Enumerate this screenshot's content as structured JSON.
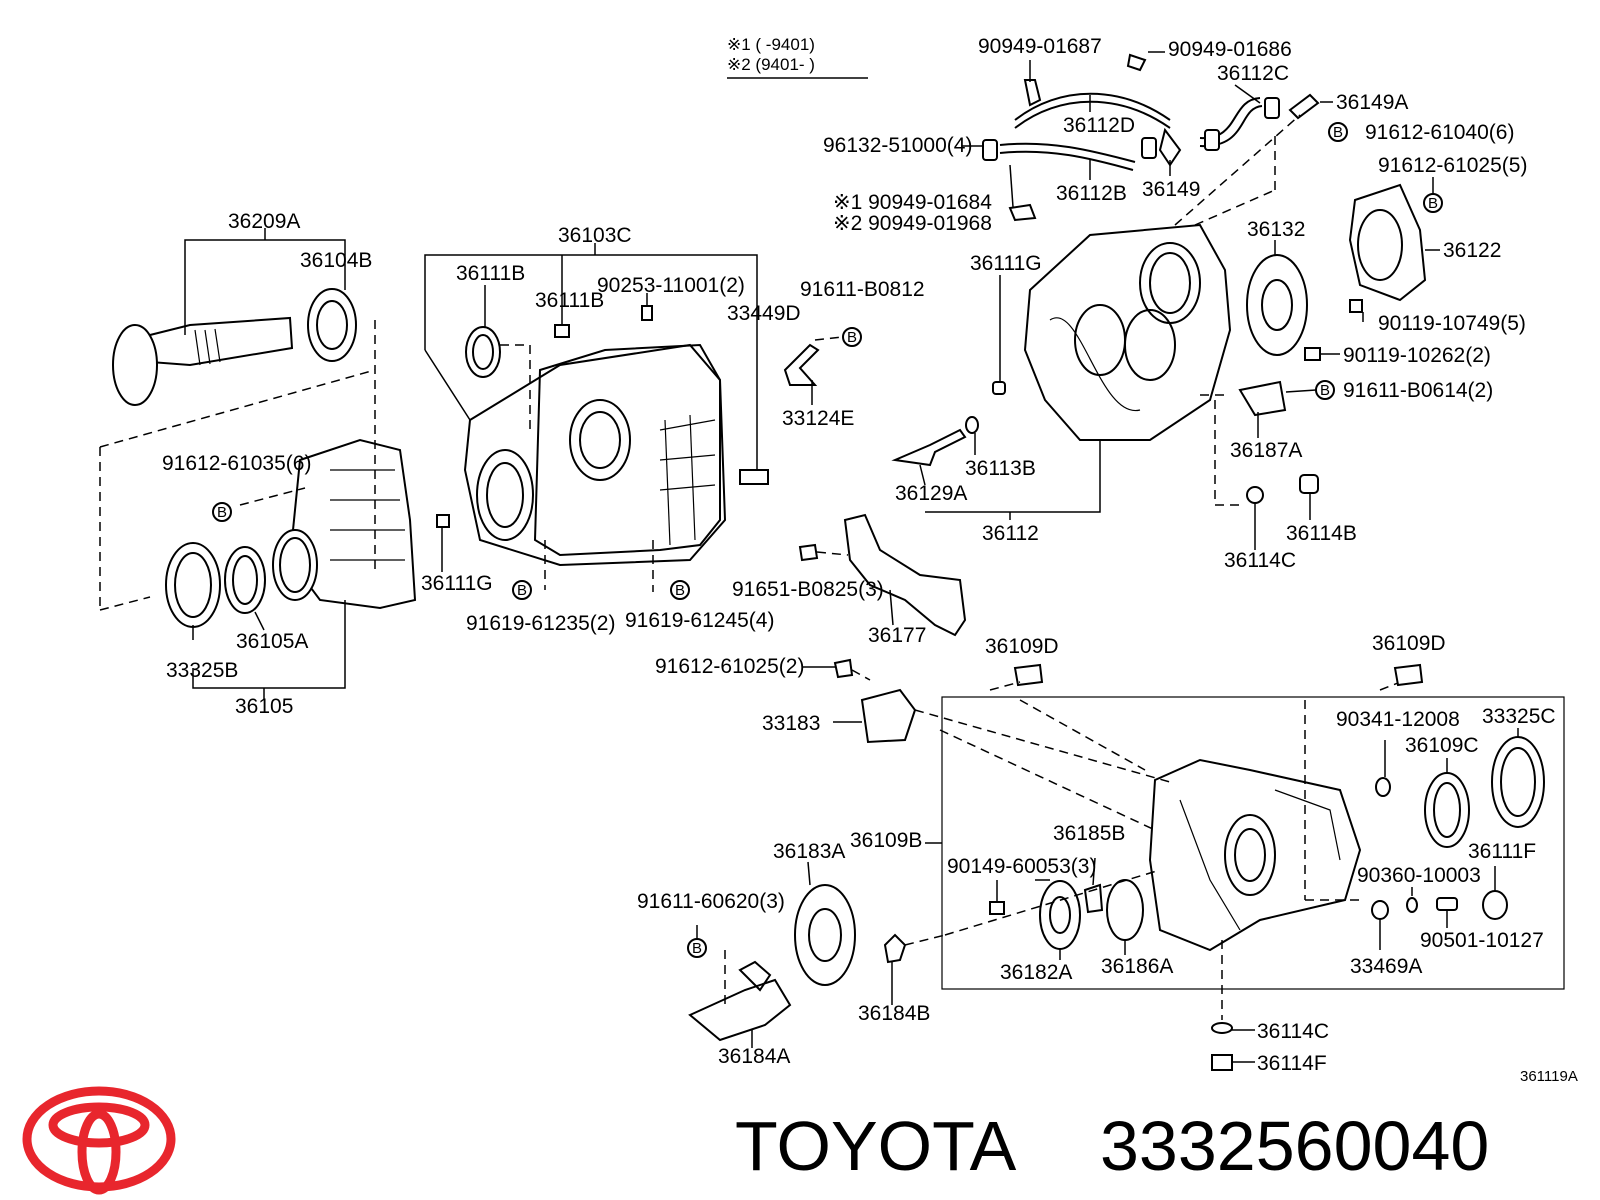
{
  "legend": {
    "line1": "※1 (      -9401)",
    "line2": "※2 (9401-      )"
  },
  "labels": {
    "p90949_01687": "90949-01687",
    "p90949_01686": "90949-01686",
    "p36112C": "36112C",
    "p36149A": "36149A",
    "p36112D": "36112D",
    "p96132_51000": "96132-51000(4)",
    "p36112B": "36112B",
    "p36149": "36149",
    "p91612_61040": "91612-61040(6)",
    "p91612_61025_5": "91612-61025(5)",
    "p90949_01684": "※1 90949-01684",
    "p90949_01968": "※2 90949-01968",
    "p36209A": "36209A",
    "p36104B": "36104B",
    "p36103C": "36103C",
    "p36111B_1": "36111B",
    "p36111B_2": "36111B",
    "p90253_11001": "90253-11001(2)",
    "p33449D": "33449D",
    "p91611_B0812": "91611-B0812",
    "p36111G_top": "36111G",
    "p36132": "36132",
    "p36122": "36122",
    "p90119_10749": "90119-10749(5)",
    "p90119_10262": "90119-10262(2)",
    "p91611_B0614": "91611-B0614(2)",
    "p33124E": "33124E",
    "p36113B": "36113B",
    "p36129A": "36129A",
    "p36187A": "36187A",
    "p36112": "36112",
    "p36114B": "36114B",
    "p36114C_top": "36114C",
    "p91612_61035": "91612-61035(6)",
    "p36111G_left": "36111G",
    "p91619_61235": "91619-61235(2)",
    "p91619_61245": "91619-61245(4)",
    "p91651_B0825": "91651-B0825(3)",
    "p36177": "36177",
    "p33325B": "33325B",
    "p36105A": "36105A",
    "p36105": "36105",
    "p91612_61025_2": "91612-61025(2)",
    "p36109D_1": "36109D",
    "p36109D_2": "36109D",
    "p33183": "33183",
    "p90341_12008": "90341-12008",
    "p33325C": "33325C",
    "p36109C": "36109C",
    "p36183A": "36183A",
    "p36109B": "36109B",
    "p36185B": "36185B",
    "p36111F": "36111F",
    "p90149_60053": "90149-60053(3)",
    "p90360_10003": "90360-10003",
    "p91611_60620": "91611-60620(3)",
    "p90501_10127": "90501-10127",
    "p36182A": "36182A",
    "p36186A": "36186A",
    "p33469A": "33469A",
    "p36184B": "36184B",
    "p36114C_bot": "36114C",
    "p36184A": "36184A",
    "p36114F": "36114F"
  },
  "bolt_marker": "B",
  "diagram_ref": "361119A",
  "brand": {
    "name": "TOYOTA",
    "part_number": "3332560040",
    "logo_color": "#e8262d"
  }
}
